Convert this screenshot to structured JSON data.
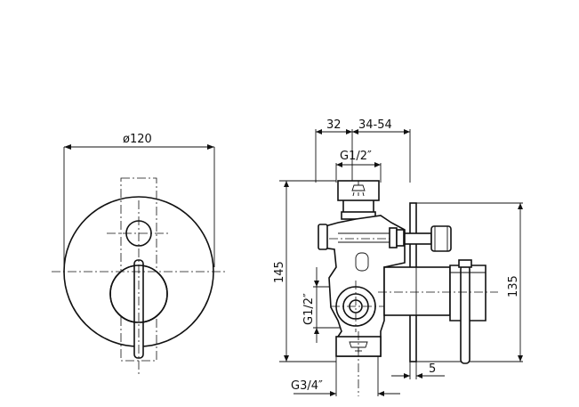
{
  "dimensions": {
    "diameter": "ø120",
    "depth_front": "32",
    "depth_range": "34-54",
    "top_connection": "G1/2″",
    "height_total": "145",
    "side_connection": "G1/2″",
    "height_right": "135",
    "plate_thickness": "5",
    "bottom_connection": "G3/4″"
  },
  "colors": {
    "line": "#111111",
    "background": "#ffffff"
  },
  "icons": {
    "top_outlet": "shower-head-icon",
    "bottom_outlet": "bathtub-spout-icon"
  }
}
